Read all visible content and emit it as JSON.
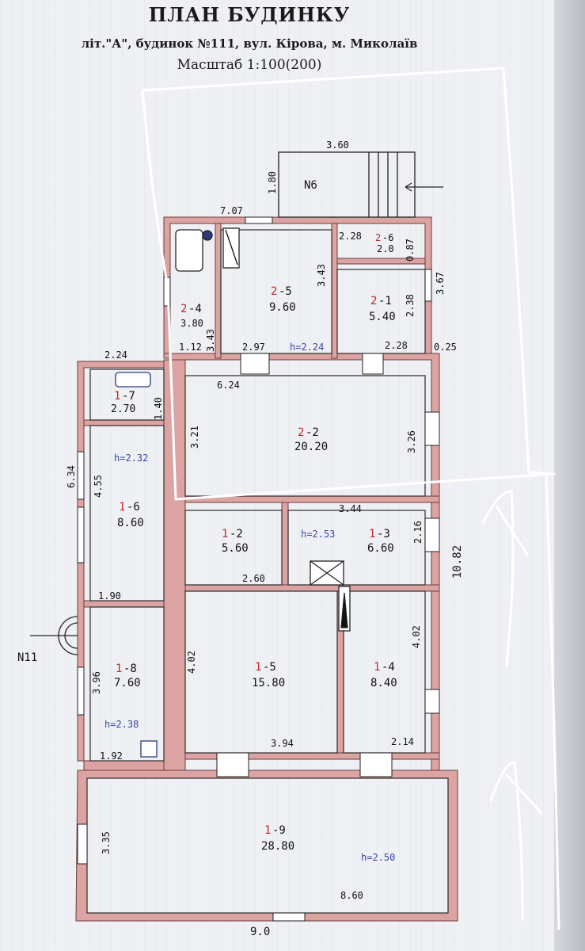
{
  "document": {
    "title": "ПЛАН БУДИНКУ",
    "subtitle": "літ.\"А\", будинок №111, вул. Кірова, м. Миколаїв",
    "scale": "Масштаб 1:100(200)"
  },
  "markers": {
    "n6": "N6",
    "n11": "N11"
  },
  "rooms": [
    {
      "prefix": "2",
      "num": "-5",
      "area": "9.60"
    },
    {
      "prefix": "2",
      "num": "-4",
      "area": "3.80"
    },
    {
      "prefix": "2",
      "num": "-6",
      "area": "2.0"
    },
    {
      "prefix": "2",
      "num": "-1",
      "area": "5.40"
    },
    {
      "prefix": "2",
      "num": "-2",
      "area": "20.20"
    },
    {
      "prefix": "1",
      "num": "-7",
      "area": "2.70"
    },
    {
      "prefix": "1",
      "num": "-6",
      "area": "8.60"
    },
    {
      "prefix": "1",
      "num": "-2",
      "area": "5.60"
    },
    {
      "prefix": "1",
      "num": "-3",
      "area": "6.60"
    },
    {
      "prefix": "1",
      "num": "-5",
      "area": "15.80"
    },
    {
      "prefix": "1",
      "num": "-4",
      "area": "8.40"
    },
    {
      "prefix": "1",
      "num": "-8",
      "area": "7.60"
    },
    {
      "prefix": "1",
      "num": "-9",
      "area": "28.80"
    }
  ],
  "heights": [
    "h=2.24",
    "h=2.32",
    "h=2.53",
    "h=2.38",
    "h=2.50"
  ],
  "dimensions": [
    "3.60",
    "1.80",
    "7.07",
    "2.28",
    "0.87",
    "3.43",
    "3.67",
    "2.38",
    "2.24",
    "1.12",
    "3.43",
    "2.97",
    "2.28",
    "0.25",
    "6.24",
    "1.40",
    "3.21",
    "3.26",
    "6.34",
    "4.55",
    "3.44",
    "2.16",
    "10.82",
    "2.60",
    "1.90",
    "4.02",
    "4.02",
    "3.96",
    "1.92",
    "3.94",
    "2.14",
    "3.35",
    "8.60",
    "9.0"
  ]
}
